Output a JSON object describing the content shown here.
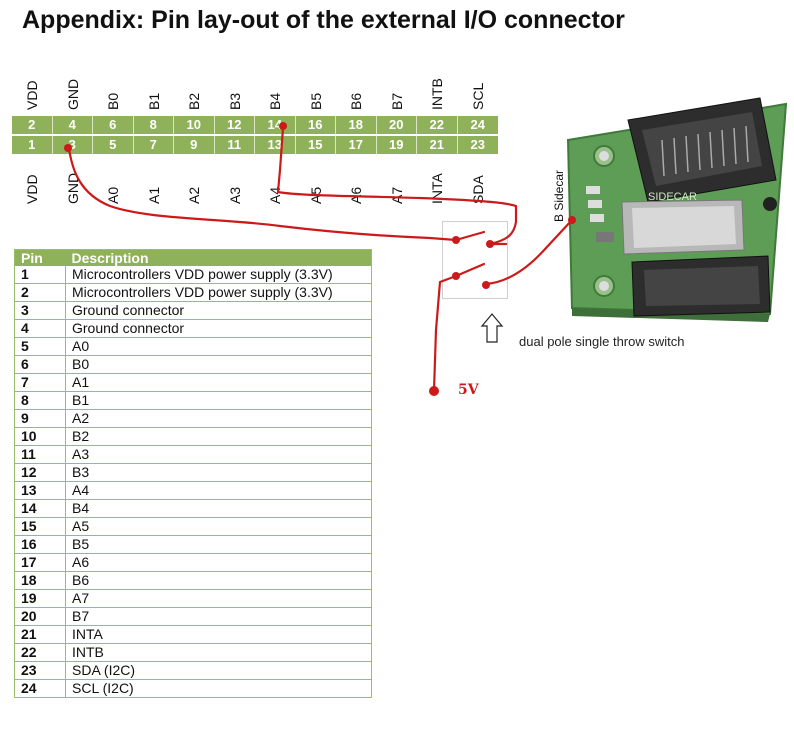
{
  "title": "Appendix: Pin lay-out of the external I/O connector",
  "connector": {
    "top_labels": [
      "VDD",
      "GND",
      "B0",
      "B1",
      "B2",
      "B3",
      "B4",
      "B5",
      "B6",
      "B7",
      "INTB",
      "SCL"
    ],
    "top_pins": [
      "2",
      "4",
      "6",
      "8",
      "10",
      "12",
      "14",
      "16",
      "18",
      "20",
      "22",
      "24"
    ],
    "bottom_pins": [
      "1",
      "3",
      "5",
      "7",
      "9",
      "11",
      "13",
      "15",
      "17",
      "19",
      "21",
      "23"
    ],
    "bottom_labels": [
      "VDD",
      "GND",
      "A0",
      "A1",
      "A2",
      "A3",
      "A4",
      "A5",
      "A6",
      "A7",
      "INTA",
      "SDA"
    ],
    "color": "#8fb15a"
  },
  "table": {
    "headers": [
      "Pin",
      "Description"
    ],
    "rows": [
      {
        "pin": "1",
        "desc": "Microcontrollers VDD power supply (3.3V)"
      },
      {
        "pin": "2",
        "desc": "Microcontrollers VDD power supply (3.3V)"
      },
      {
        "pin": "3",
        "desc": "Ground connector"
      },
      {
        "pin": "4",
        "desc": "Ground connector"
      },
      {
        "pin": "5",
        "desc": "A0"
      },
      {
        "pin": "6",
        "desc": "B0"
      },
      {
        "pin": "7",
        "desc": "A1"
      },
      {
        "pin": "8",
        "desc": "B1"
      },
      {
        "pin": "9",
        "desc": "A2"
      },
      {
        "pin": "10",
        "desc": "B2"
      },
      {
        "pin": "11",
        "desc": "A3"
      },
      {
        "pin": "12",
        "desc": "B3"
      },
      {
        "pin": "13",
        "desc": "A4"
      },
      {
        "pin": "14",
        "desc": "B4"
      },
      {
        "pin": "15",
        "desc": "A5"
      },
      {
        "pin": "16",
        "desc": "B5"
      },
      {
        "pin": "17",
        "desc": "A6"
      },
      {
        "pin": "18",
        "desc": "B6"
      },
      {
        "pin": "19",
        "desc": "A7"
      },
      {
        "pin": "20",
        "desc": "B7"
      },
      {
        "pin": "21",
        "desc": "INTA"
      },
      {
        "pin": "22",
        "desc": "INTB"
      },
      {
        "pin": "23",
        "desc": "SDA (I2C)"
      },
      {
        "pin": "24",
        "desc": "SCL (I2C)"
      }
    ]
  },
  "annotations": {
    "switch_note": "dual pole single throw switch",
    "supply_label": "5V",
    "sidecar_label": "B Sidecar",
    "board_silkscreen": "SIDECAR",
    "wire_color": "#cc1a1a"
  }
}
